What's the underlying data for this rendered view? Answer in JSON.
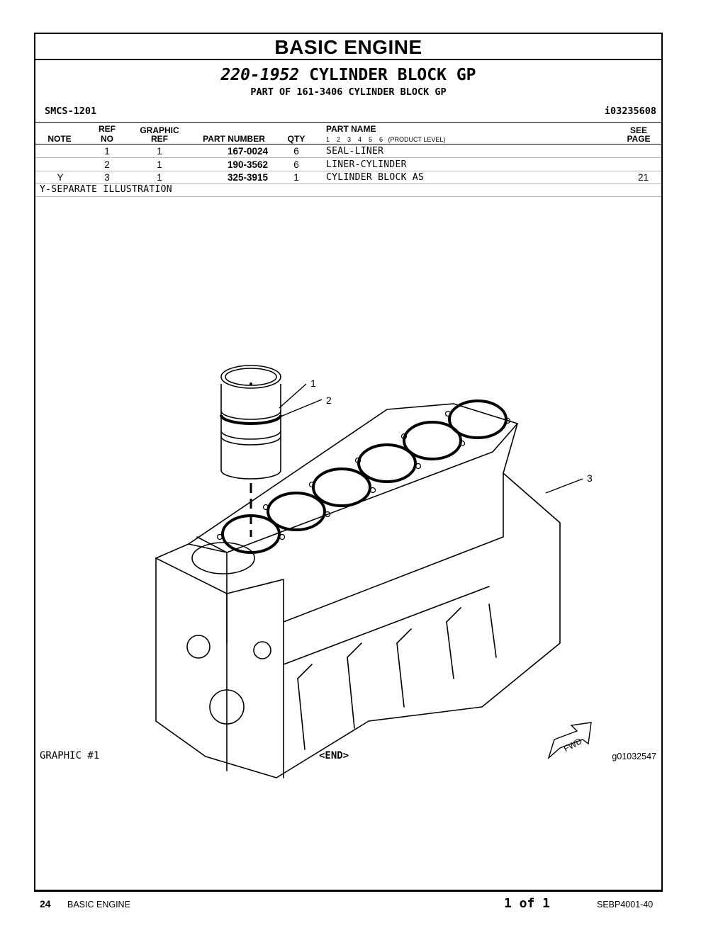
{
  "section_title": "BASIC ENGINE",
  "group": {
    "number": "220-1952",
    "name": "CYLINDER BLOCK GP",
    "part_of": "PART OF 161-3406 CYLINDER BLOCK GP",
    "smcs": "SMCS-1201",
    "ino": "i03235608"
  },
  "columns": {
    "note": "NOTE",
    "ref_no_1": "REF",
    "ref_no_2": "NO",
    "graphic_ref_1": "GRAPHIC",
    "graphic_ref_2": "REF",
    "part_number": "PART NUMBER",
    "qty": "QTY",
    "part_name": "PART NAME",
    "product_level": "1    2    3    4    5    6   (PRODUCT LEVEL)",
    "see_page_1": "SEE",
    "see_page_2": "PAGE"
  },
  "parts": [
    {
      "note": "",
      "ref_no": "1",
      "graphic_ref": "1",
      "part_number": "167-0024",
      "qty": "6",
      "part_name": "SEAL-LINER",
      "see_page": ""
    },
    {
      "note": "",
      "ref_no": "2",
      "graphic_ref": "1",
      "part_number": "190-3562",
      "qty": "6",
      "part_name": "LINER-CYLINDER",
      "see_page": ""
    },
    {
      "note": "Y",
      "ref_no": "3",
      "graphic_ref": "1",
      "part_number": "325-3915",
      "qty": "1",
      "part_name": "CYLINDER BLOCK AS",
      "see_page": "21"
    }
  ],
  "footnote": "Y-SEPARATE ILLUSTRATION",
  "illustration": {
    "callouts": [
      "1",
      "2",
      "3"
    ],
    "fwd_label": "FWD"
  },
  "graphic_label": "GRAPHIC #1",
  "end_label": "<END>",
  "graphic_number": "g01032547",
  "footer": {
    "page_number": "24",
    "section": "BASIC ENGINE",
    "page_of": "1 of 1",
    "doc_number": "SEBP4001-40"
  }
}
